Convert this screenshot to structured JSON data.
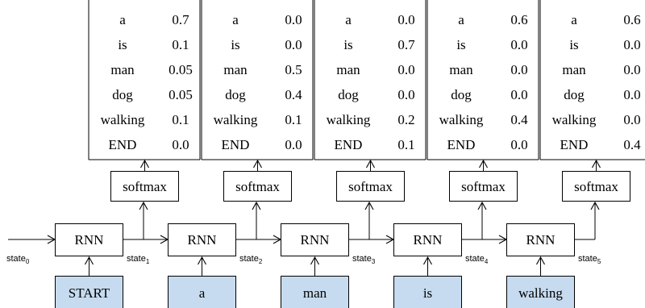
{
  "vocab": [
    "a",
    "is",
    "man",
    "dog",
    "walking",
    "END"
  ],
  "steps": [
    {
      "probs": [
        "0.7",
        "0.1",
        "0.05",
        "0.05",
        "0.1",
        "0.0"
      ],
      "softmax_label": "softmax",
      "rnn_label": "RNN",
      "input_token": "START",
      "state_out": {
        "base": "state",
        "sub": "1"
      }
    },
    {
      "probs": [
        "0.0",
        "0.0",
        "0.5",
        "0.4",
        "0.1",
        "0.0"
      ],
      "softmax_label": "softmax",
      "rnn_label": "RNN",
      "input_token": "a",
      "state_out": {
        "base": "state",
        "sub": "2"
      }
    },
    {
      "probs": [
        "0.0",
        "0.7",
        "0.0",
        "0.0",
        "0.2",
        "0.1"
      ],
      "softmax_label": "softmax",
      "rnn_label": "RNN",
      "input_token": "man",
      "state_out": {
        "base": "state",
        "sub": "3"
      }
    },
    {
      "probs": [
        "0.6",
        "0.0",
        "0.0",
        "0.0",
        "0.4",
        "0.0"
      ],
      "softmax_label": "softmax",
      "rnn_label": "RNN",
      "input_token": "is",
      "state_out": {
        "base": "state",
        "sub": "4"
      }
    },
    {
      "probs": [
        "0.6",
        "0.0",
        "0.0",
        "0.0",
        "0.0",
        "0.4"
      ],
      "softmax_label": "softmax",
      "rnn_label": "RNN",
      "input_token": "walking",
      "state_out": {
        "base": "state",
        "sub": "5"
      }
    }
  ],
  "initial_state": {
    "base": "state",
    "sub": "0"
  },
  "colors": {
    "input_fill": "#c6dbef",
    "stroke": "#000000",
    "text": "#000000"
  }
}
